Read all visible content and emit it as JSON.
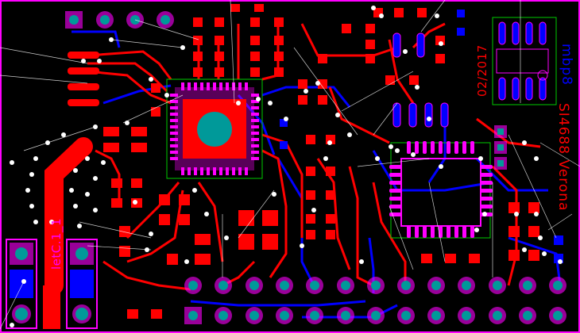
{
  "board": {
    "background_color": "#000000",
    "copper_top_color": "#ff0000",
    "copper_bottom_color": "#0000ff",
    "silkscreen_color": "#ff00ff",
    "pad_drill_color": "#009999",
    "ratsnest_color": "#ffffff",
    "courtyard_color": "#00cc00"
  },
  "silkscreen": {
    "product_label": "SI4688 Verona",
    "designer_label": "mbp8",
    "date_label": "02/2017",
    "component_label": "letC.1_1"
  }
}
